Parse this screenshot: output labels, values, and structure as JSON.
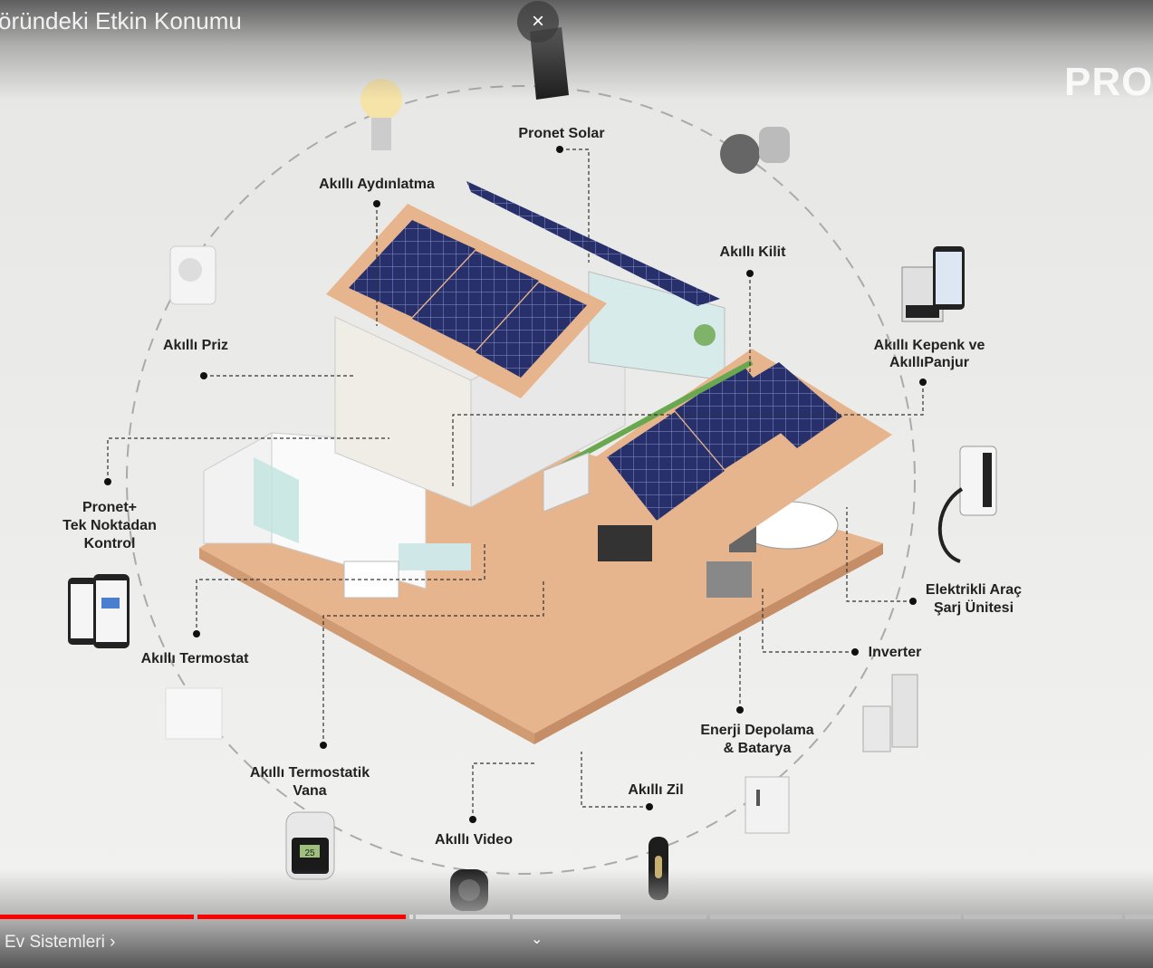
{
  "video": {
    "title": "öründeki Etkin Konumu",
    "close_icon": "×",
    "brand_watermark": "PRO",
    "chapter_label": "Ev Sistemleri ›",
    "expand_icon": "⌄",
    "progress": {
      "played_fraction": 0.352,
      "buffered_fraction": 0.538
    }
  },
  "infographic": {
    "labels": {
      "solar": "Pronet Solar",
      "lighting": "Akıllı Aydınlatma",
      "lock": "Akıllı Kilit",
      "plug": "Akıllı Priz",
      "shutter_1": "Akıllı Kepenk ve",
      "shutter_2": "AkıllıPanjur",
      "control_1": "Pronet+",
      "control_2": "Tek Noktadan",
      "control_3": "Kontrol",
      "ev_1": "Elektrikli Araç",
      "ev_2": "Şarj Ünitesi",
      "thermostat": "Akıllı Termostat",
      "inverter": "Inverter",
      "storage_1": "Enerji Depolama",
      "storage_2": "& Batarya",
      "valve_1": "Akıllı Termostatik",
      "valve_2": "Vana",
      "doorbell": "Akıllı Zil",
      "video": "Akıllı Video"
    },
    "valve_display": "25"
  }
}
